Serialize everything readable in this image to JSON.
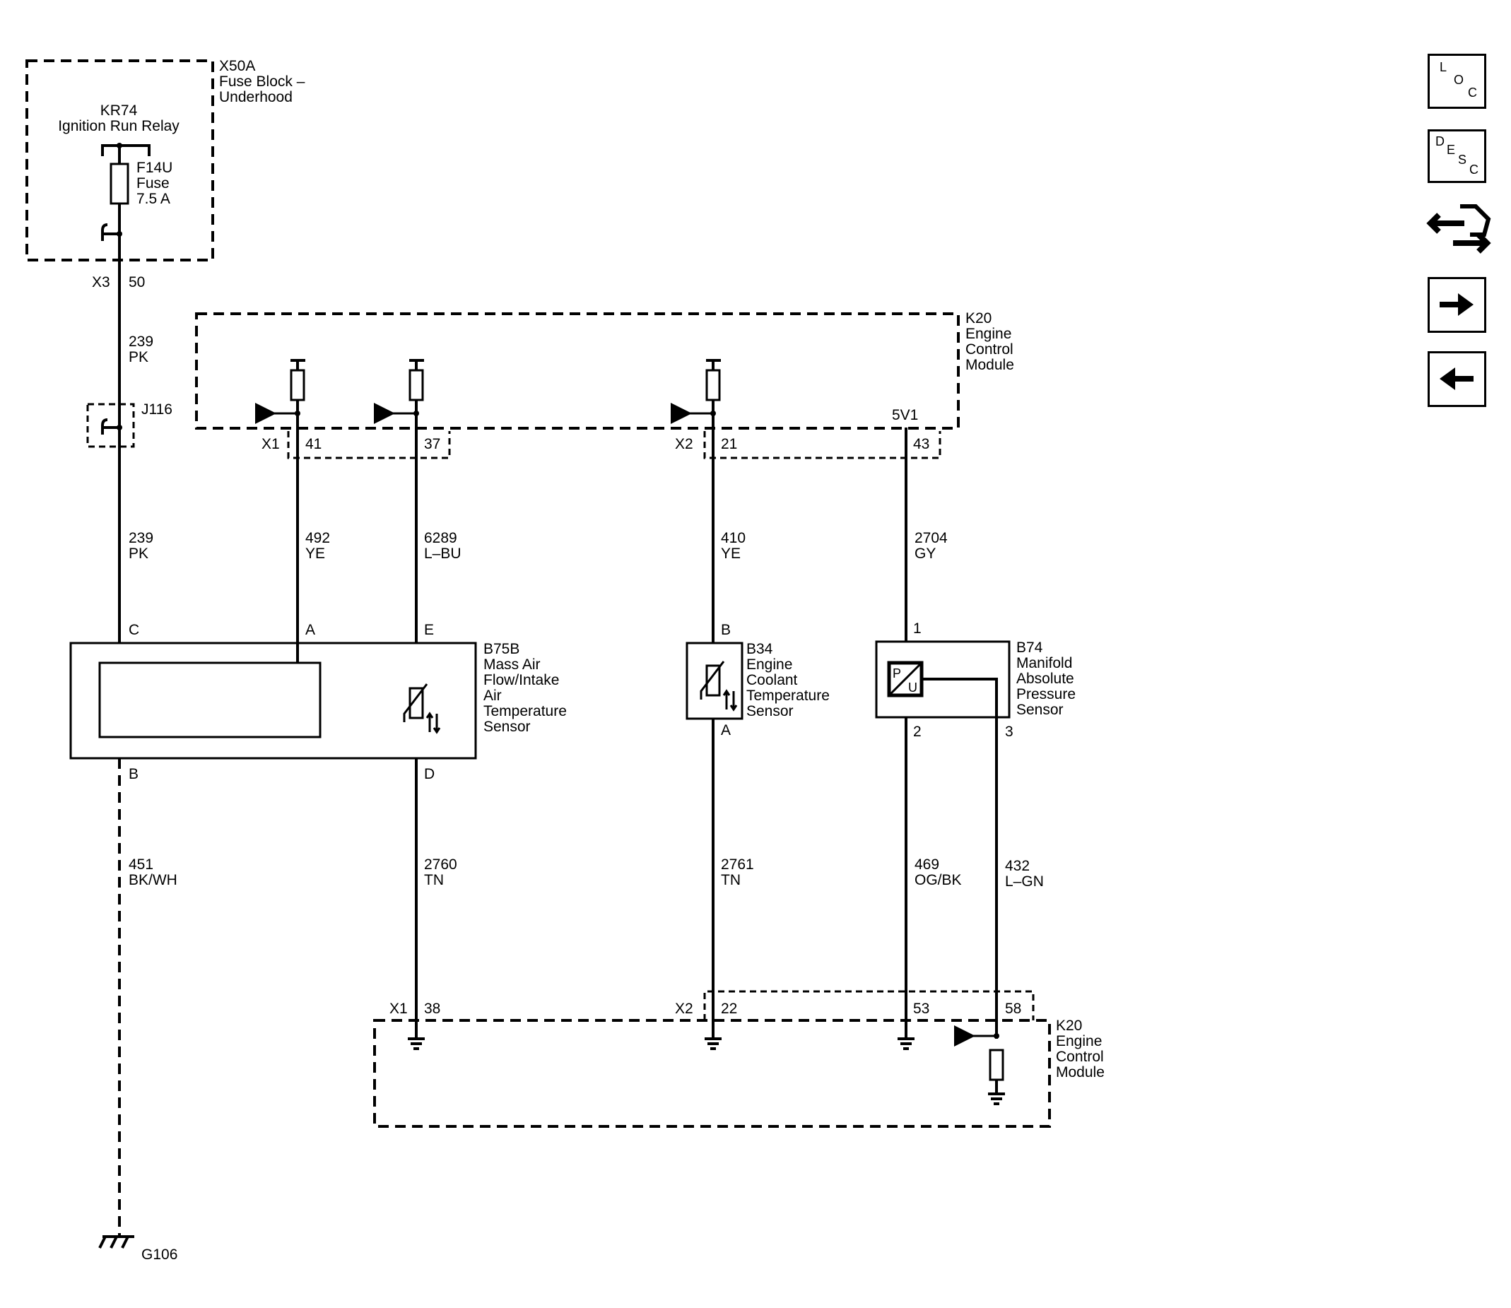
{
  "nav": {
    "loc_letters": [
      "L",
      "O",
      "C"
    ],
    "desc_letters": [
      "D",
      "E",
      "S",
      "C"
    ],
    "icons": [
      "loc-icon",
      "desc-icon",
      "connector-swap-icon",
      "arrow-right-icon",
      "arrow-left-icon"
    ]
  },
  "components": {
    "x50a": {
      "id": "X50A",
      "line1": "Fuse Block –",
      "line2": "Underhood"
    },
    "kr74": {
      "id": "KR74",
      "name": "Ignition Run Relay"
    },
    "f14u": {
      "id": "F14U",
      "name": "Fuse",
      "rating": "7.5 A"
    },
    "j116": "J116",
    "k20_top": {
      "id": "K20",
      "line1": "Engine",
      "line2": "Control",
      "line3": "Module"
    },
    "k20_bottom": {
      "id": "K20",
      "line1": "Engine",
      "line2": "Control",
      "line3": "Module"
    },
    "b75b": {
      "id": "B75B",
      "line1": "Mass Air",
      "line2": "Flow/Intake",
      "line3": "Air",
      "line4": "Temperature",
      "line5": "Sensor"
    },
    "b34": {
      "id": "B34",
      "line1": "Engine",
      "line2": "Coolant",
      "line3": "Temperature",
      "line4": "Sensor"
    },
    "b74": {
      "id": "B74",
      "line1": "Manifold",
      "line2": "Absolute",
      "line3": "Pressure",
      "line4": "Sensor",
      "p": "P",
      "u": "U"
    },
    "g106": "G106",
    "supply_5v1": "5V1"
  },
  "connectors": {
    "x3": "X3",
    "x3_pin": "50",
    "x1_top": "X1",
    "pin41": "41",
    "pin37": "37",
    "x2_top": "X2",
    "pin21": "21",
    "pin43": "43",
    "x1_bottom": "X1",
    "pin38": "38",
    "x2_bottom": "X2",
    "pin22": "22",
    "pin53": "53",
    "pin58": "58"
  },
  "pins": {
    "b75b_c": "C",
    "b75b_a": "A",
    "b75b_e": "E",
    "b75b_b": "B",
    "b75b_d": "D",
    "b34_b": "B",
    "b34_a": "A",
    "b74_1": "1",
    "b74_2": "2",
    "b74_3": "3"
  },
  "wires": {
    "w239_top": {
      "circuit": "239",
      "color": "PK"
    },
    "w239_mid": {
      "circuit": "239",
      "color": "PK"
    },
    "w492": {
      "circuit": "492",
      "color": "YE"
    },
    "w6289": {
      "circuit": "6289",
      "color": "L–BU"
    },
    "w410": {
      "circuit": "410",
      "color": "YE"
    },
    "w2704": {
      "circuit": "2704",
      "color": "GY"
    },
    "w451": {
      "circuit": "451",
      "color": "BK/WH"
    },
    "w2760": {
      "circuit": "2760",
      "color": "TN"
    },
    "w2761": {
      "circuit": "2761",
      "color": "TN"
    },
    "w469": {
      "circuit": "469",
      "color": "OG/BK"
    },
    "w432": {
      "circuit": "432",
      "color": "L–GN"
    }
  }
}
